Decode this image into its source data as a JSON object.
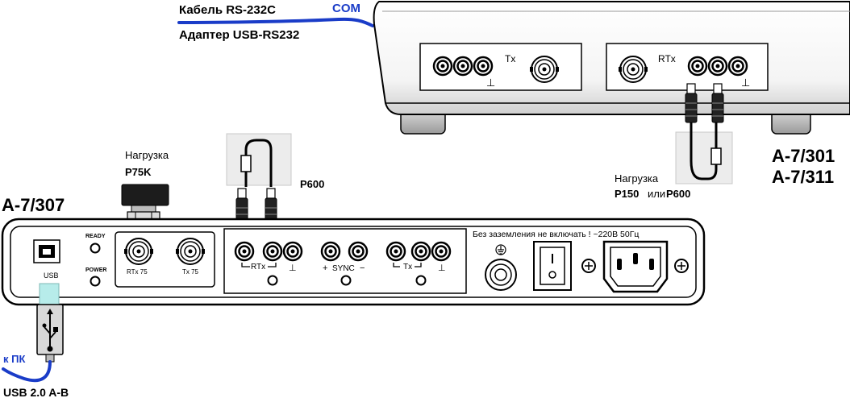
{
  "top_labels": {
    "cable": "Кабель RS-232C",
    "com": "COM",
    "adapter": "Адаптер  USB-RS232"
  },
  "device_top": {
    "tx_label": "Tx",
    "rtx_label": "RTx",
    "model_1": "A-7/301",
    "model_2": "A-7/311"
  },
  "load_right": {
    "title": "Нагрузка",
    "value_a": "P150",
    "or_word": "или",
    "value_b": "P600"
  },
  "load_left": {
    "title": "Нагрузка",
    "value": "P75K"
  },
  "load_middle": {
    "value": "P600"
  },
  "device_bottom": {
    "model": "A-7/307",
    "usb_label": "USB",
    "ready": "READY",
    "power": "POWER",
    "rtx75": "RTx 75",
    "tx75": "Tx 75",
    "rtx_group": "RTx",
    "sync_group": "SYNC",
    "tx_group": "Tx",
    "warning": "Без заземления не включать ! ~220В 50Гц"
  },
  "usb_cable": {
    "to_pc": "к ПК",
    "type": "USB 2.0 A-B"
  },
  "colors": {
    "cable_blue": "#1a3cc8",
    "device_fill": "#ffffff",
    "panel_fill": "#f0f0f0",
    "usb_accent": "#b7ecea"
  }
}
